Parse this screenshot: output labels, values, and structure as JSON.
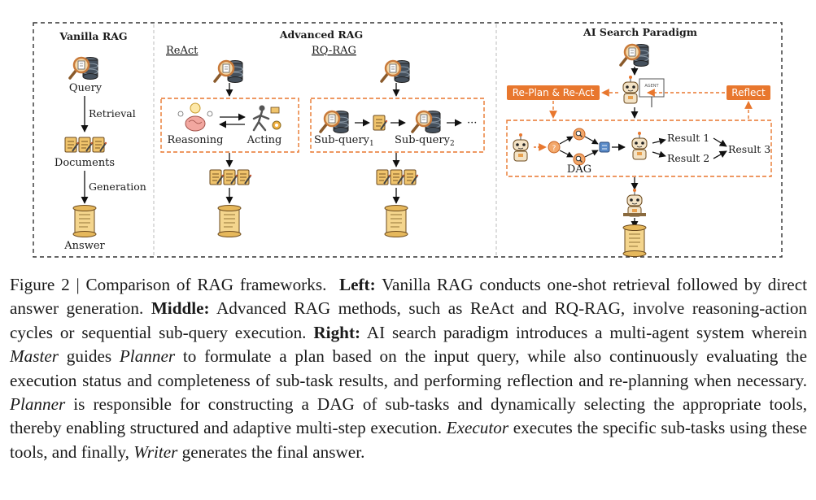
{
  "figure": {
    "vanilla": {
      "title": "Vanilla RAG",
      "query": "Query",
      "retrieval": "Retrieval",
      "documents": "Documents",
      "generation": "Generation",
      "answer": "Answer"
    },
    "advanced": {
      "title": "Advanced RAG",
      "react": {
        "title": "ReAct",
        "reasoning": "Reasoning",
        "acting": "Acting"
      },
      "rqrag": {
        "title": "RQ-RAG",
        "sub_query_1": "Sub-query",
        "sub_query_1_idx": "1",
        "sub_query_2": "Sub-query",
        "sub_query_2_idx": "2",
        "ellipsis": "···"
      }
    },
    "ai_search": {
      "title": "AI Search Paradigm",
      "replan": "Re-Plan & Re-Act",
      "reflect": "Reflect",
      "dag": "DAG",
      "result_1": "Result 1",
      "result_2": "Result 2",
      "result_3": "Result 3",
      "board_text": "AGENT"
    },
    "colors": {
      "orange": "#e8772e",
      "dashed_border": "#333333",
      "separator": "#bbbbbb",
      "db": "#45505c",
      "doc": "#f0c46c"
    }
  },
  "caption": {
    "fig_label": "Figure 2 | Comparison of RAG frameworks.",
    "left_label": "Left:",
    "left_text": "Vanilla RAG conducts one-shot retrieval followed by direct answer generation.",
    "middle_label": "Middle:",
    "middle_text": "Advanced RAG methods, such as ReAct and RQ-RAG, involve reasoning-action cycles or sequential sub-query execution.",
    "right_label": "Right:",
    "right_text_1": "AI search paradigm introduces a multi-agent system wherein",
    "master": "Master",
    "right_text_2": "guides",
    "planner": "Planner",
    "right_text_3": "to formulate a plan based on the input query, while also continuously evaluating the execution status and completeness of sub-task results, and performing reflection and re-planning when necessary.",
    "planner_2": "Planner",
    "right_text_4": "is responsible for constructing a DAG of sub-tasks and dynamically selecting the appropriate tools, thereby enabling structured and adaptive multi-step execution.",
    "executor": "Executor",
    "right_text_5": "executes the specific sub-tasks using these tools, and finally,",
    "writer": "Writer",
    "right_text_6": "generates the final answer."
  }
}
